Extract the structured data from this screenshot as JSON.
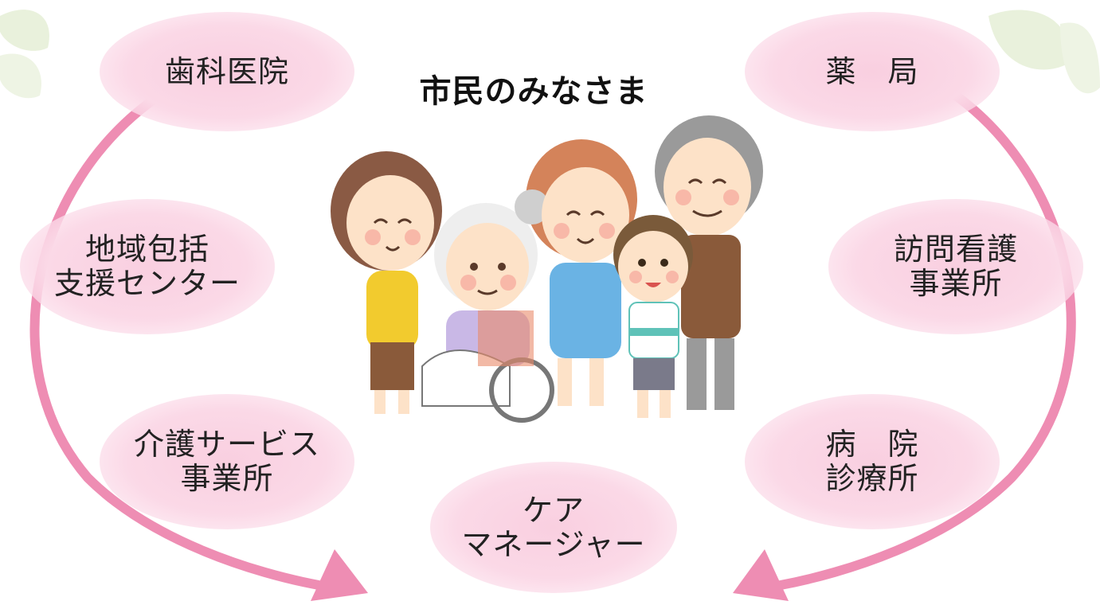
{
  "title": "市民のみなさま",
  "providers": [
    {
      "id": "dental",
      "label": "歯科医院"
    },
    {
      "id": "pharmacy",
      "label": "薬　局"
    },
    {
      "id": "community-support",
      "label": "地域包括\n支援センター"
    },
    {
      "id": "home-nursing",
      "label": "訪問看護\n事業所"
    },
    {
      "id": "care-service",
      "label": "介護サービス\n事業所"
    },
    {
      "id": "hospital",
      "label": "病　院\n診療所"
    },
    {
      "id": "care-manager",
      "label": "ケア\nマネージャー"
    }
  ],
  "colors": {
    "bubble": "#f9cfe0",
    "arrow": "#ee8db3",
    "leaf": "#e9f1dc"
  },
  "icons": [
    "family-illustration",
    "curved-arrow-left",
    "curved-arrow-right",
    "leaf-decoration"
  ]
}
